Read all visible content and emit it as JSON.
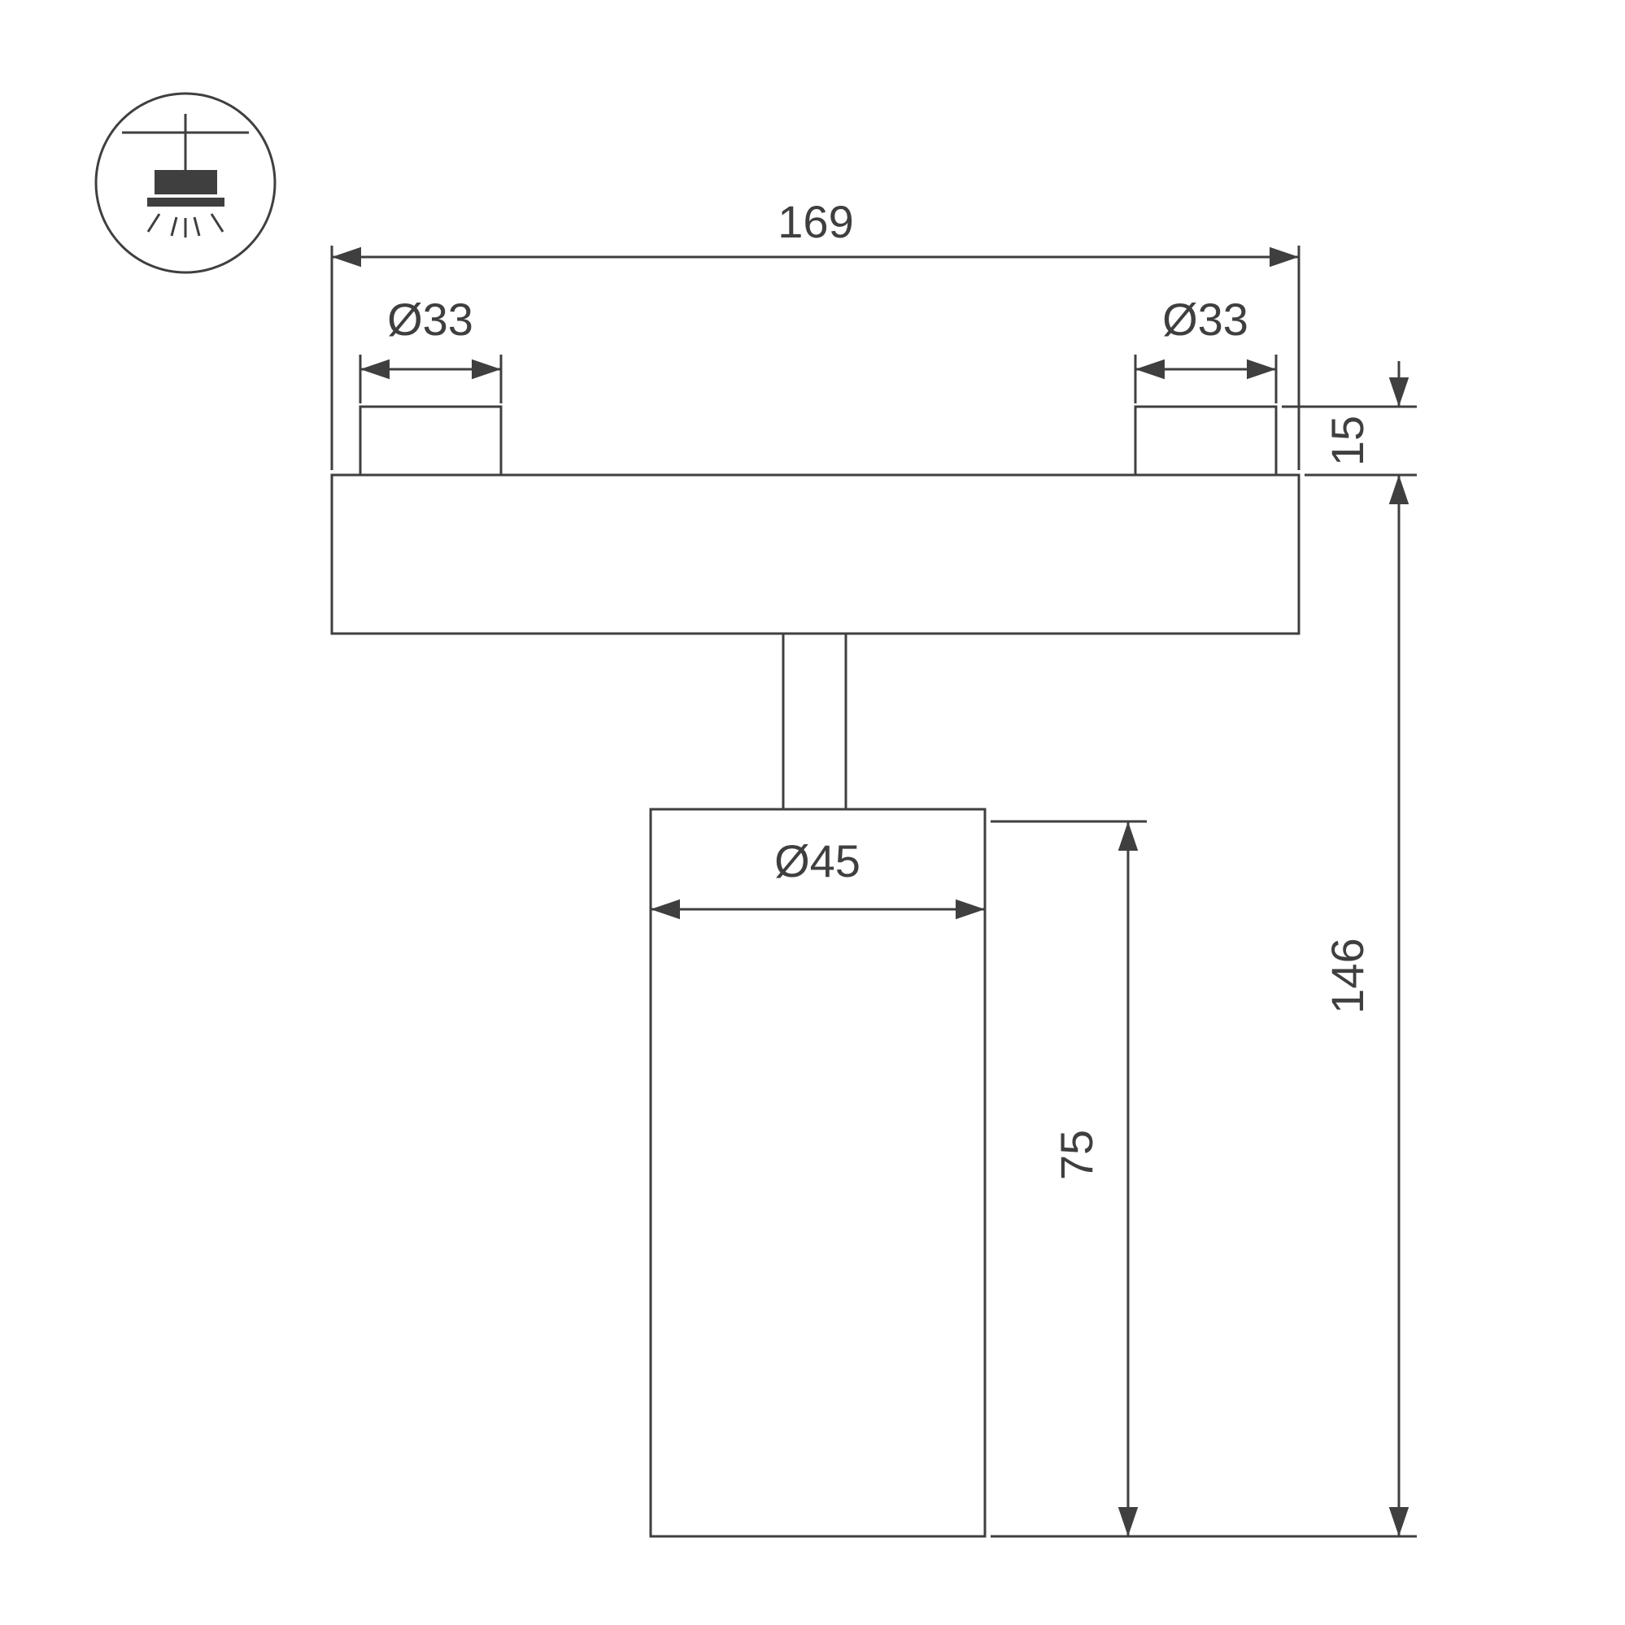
{
  "drawing": {
    "type": "technical-dimension-drawing",
    "subject": "magnetic-track-spot-light",
    "background": "#ffffff",
    "stroke_color": "#3f3f3f",
    "icon": {
      "name": "ceiling-track-mount-icon",
      "meaning": "track/ceiling suspended luminaire mounting type"
    },
    "dims": {
      "width_total": "169",
      "boss_left_diameter": "Ø33",
      "boss_right_diameter": "Ø33",
      "boss_height": "15",
      "total_height": "146",
      "body_diameter": "Ø45",
      "body_height": "75"
    }
  }
}
